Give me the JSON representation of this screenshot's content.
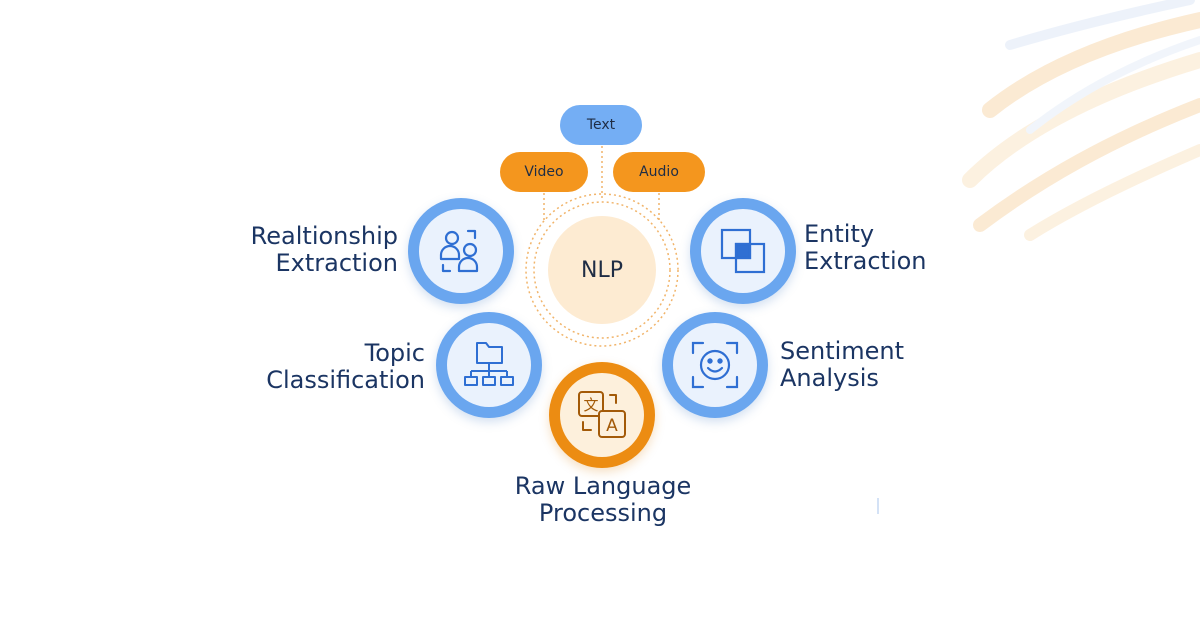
{
  "diagram": {
    "center_label": "NLP",
    "inputs": [
      {
        "label": "Text",
        "color": "#74aef4"
      },
      {
        "label": "Video",
        "color": "#f4961e"
      },
      {
        "label": "Audio",
        "color": "#f4961e"
      }
    ],
    "nodes": {
      "relationship": {
        "line1": "Realtionship",
        "line2": "Extraction",
        "icon": "users-icon"
      },
      "entity": {
        "line1": "Entity",
        "line2": "Extraction",
        "icon": "overlapping-squares-icon"
      },
      "topic": {
        "line1": "Topic",
        "line2": "Classification",
        "icon": "folder-hierarchy-icon"
      },
      "sentiment": {
        "line1": "Sentiment",
        "line2": "Analysis",
        "icon": "smiley-face-icon"
      },
      "raw": {
        "line1": "Raw Language",
        "line2": "Processing",
        "icon": "translate-icon"
      }
    },
    "colors": {
      "primary_blue": "#6aa6ef",
      "accent_orange": "#ec8c12",
      "text_navy": "#1b3563"
    }
  }
}
